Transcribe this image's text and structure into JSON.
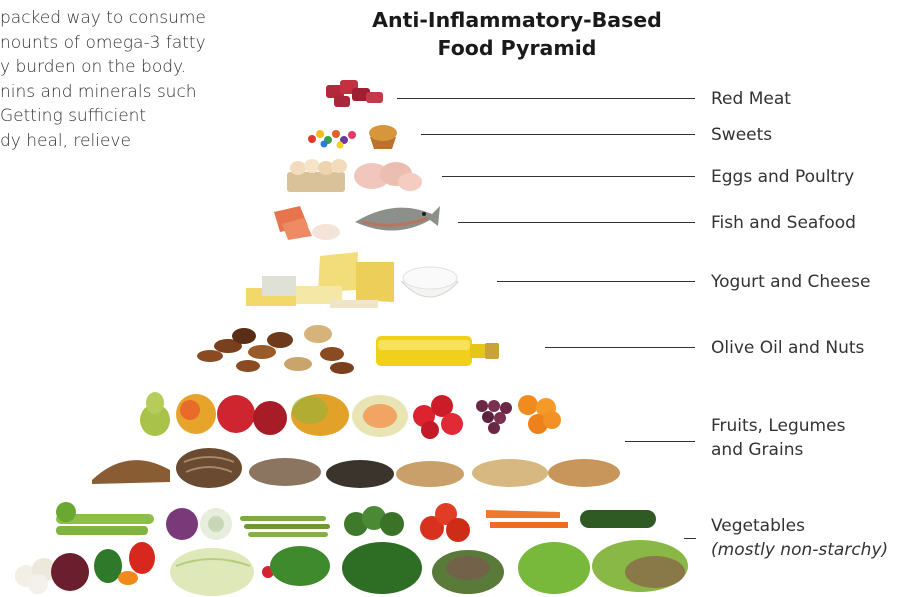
{
  "body_text_lines": [
    "packed way to consume",
    "nounts of omega-3 fatty",
    "y burden on the body.",
    "nins and minerals such",
    "Getting sufficient",
    "dy heal, relieve"
  ],
  "title": [
    "Anti-Inflammatory-Based",
    "Food Pyramid"
  ],
  "tiers": [
    {
      "label": "Red Meat",
      "items": [
        "red-meat-icon"
      ]
    },
    {
      "label": "Sweets",
      "items": [
        "candy-icon",
        "muffin-icon"
      ]
    },
    {
      "label": "Eggs and Poultry",
      "items": [
        "eggs-carton-icon",
        "chicken-icon"
      ]
    },
    {
      "label": "Fish and Seafood",
      "items": [
        "salmon-icon",
        "shrimp-icon",
        "whole-fish-icon"
      ]
    },
    {
      "label": "Yogurt and Cheese",
      "items": [
        "cheese-icon",
        "yogurt-bowl-icon"
      ]
    },
    {
      "label": "Olive Oil and Nuts",
      "items": [
        "nuts-icon",
        "olive-oil-bottle-icon"
      ]
    },
    {
      "label": "Fruits, Legumes",
      "label2": "and Grains",
      "items": [
        "pear-icon",
        "apple-icon",
        "red-apple-icon",
        "mango-icon",
        "melon-icon",
        "strawberries-icon",
        "grapes-icon",
        "oranges-icon",
        "bread-icon",
        "rye-bread-icon",
        "wild-rice-icon",
        "black-rice-icon",
        "lentils-icon",
        "oats-icon",
        "grains-icon"
      ]
    },
    {
      "label": "Vegetables",
      "label2": "(mostly non-starchy)",
      "items": [
        "celery-icon",
        "cabbage-icon",
        "asparagus-icon",
        "broccoli-icon",
        "tomatoes-icon",
        "carrots-icon",
        "cucumber-icon",
        "garlic-icon",
        "onion-icon",
        "peppers-icon",
        "napa-cabbage-icon",
        "greens-icon",
        "spinach-icon",
        "leaf-lettuce-icon",
        "lettuce-icon"
      ]
    }
  ],
  "colors": {
    "meat": "#b0283a",
    "cheese": "#f0d56a",
    "oil": "#e8c918",
    "nut": "#8a4a22",
    "bread": "#9a6a3c",
    "green": "#4f9a2c",
    "tomato": "#d8321e",
    "orange": "#f08a1e",
    "fish": "#e8744e",
    "egg": "#f1d8b4"
  }
}
